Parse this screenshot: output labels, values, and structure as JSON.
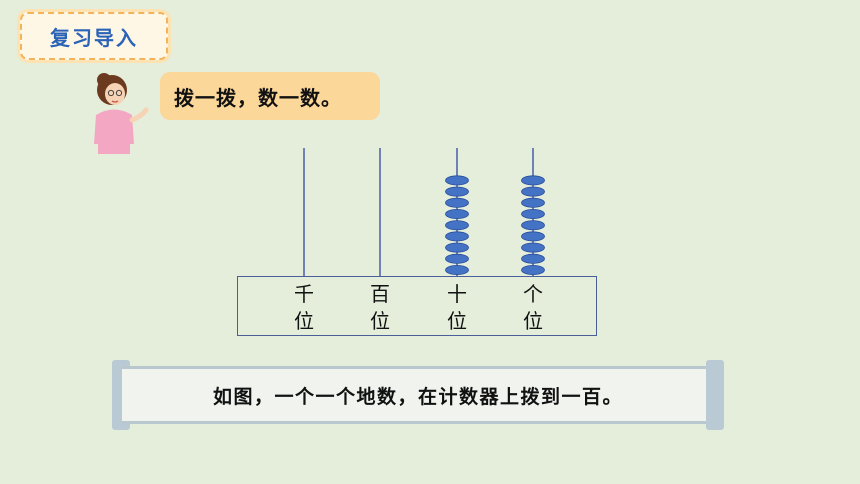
{
  "section_tag": "复习导入",
  "speech": "拨一拨，数一数。",
  "abacus": {
    "rods": [
      {
        "place": "千",
        "suffix": "位",
        "beads": 0
      },
      {
        "place": "百",
        "suffix": "位",
        "beads": 0
      },
      {
        "place": "十",
        "suffix": "位",
        "beads": 9
      },
      {
        "place": "个",
        "suffix": "位",
        "beads": 9
      }
    ],
    "bead_color": "#4472c4",
    "rod_color": "#4a5fa8"
  },
  "instruction": "如图，一个一个地数，在计数器上拨到一百。"
}
